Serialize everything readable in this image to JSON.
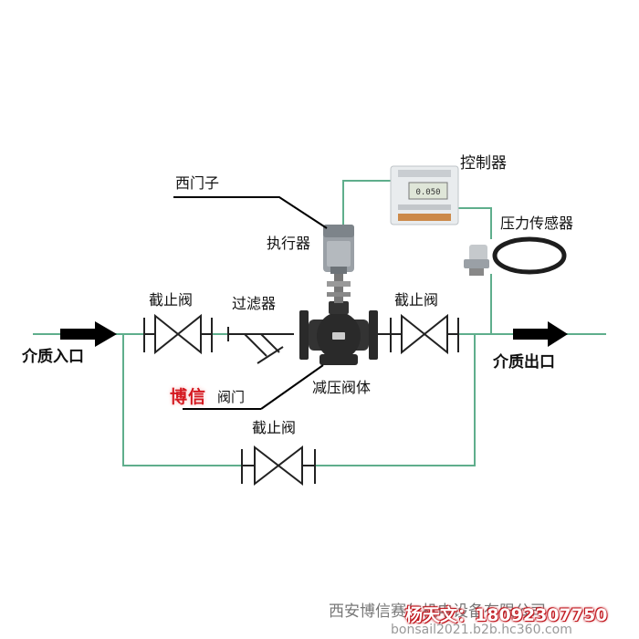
{
  "labels": {
    "inlet": "介质入口",
    "outlet": "介质出口",
    "stop_valve_left": "截止阀",
    "stop_valve_right": "截止阀",
    "stop_valve_bypass": "截止阀",
    "filter": "过滤器",
    "actuator": "执行器",
    "siemens": "西门子",
    "controller": "控制器",
    "pressure_sensor": "压力传感器",
    "valve_body": "减压阀体",
    "brand": "博信",
    "brand_suffix": "阀门"
  },
  "controller_display": "0.050",
  "footer": {
    "company": "西安博信赛尔机电设备有限公司",
    "contact": "杨天文：18092307750",
    "site": "bonsail2021.b2b.hc360.com"
  },
  "colors": {
    "pipe": "#5fae8c",
    "valve_line": "#222222",
    "valve_body": "#2a2a2a",
    "actuator": "#9aa0a6",
    "brand_red": "#d4181f"
  }
}
